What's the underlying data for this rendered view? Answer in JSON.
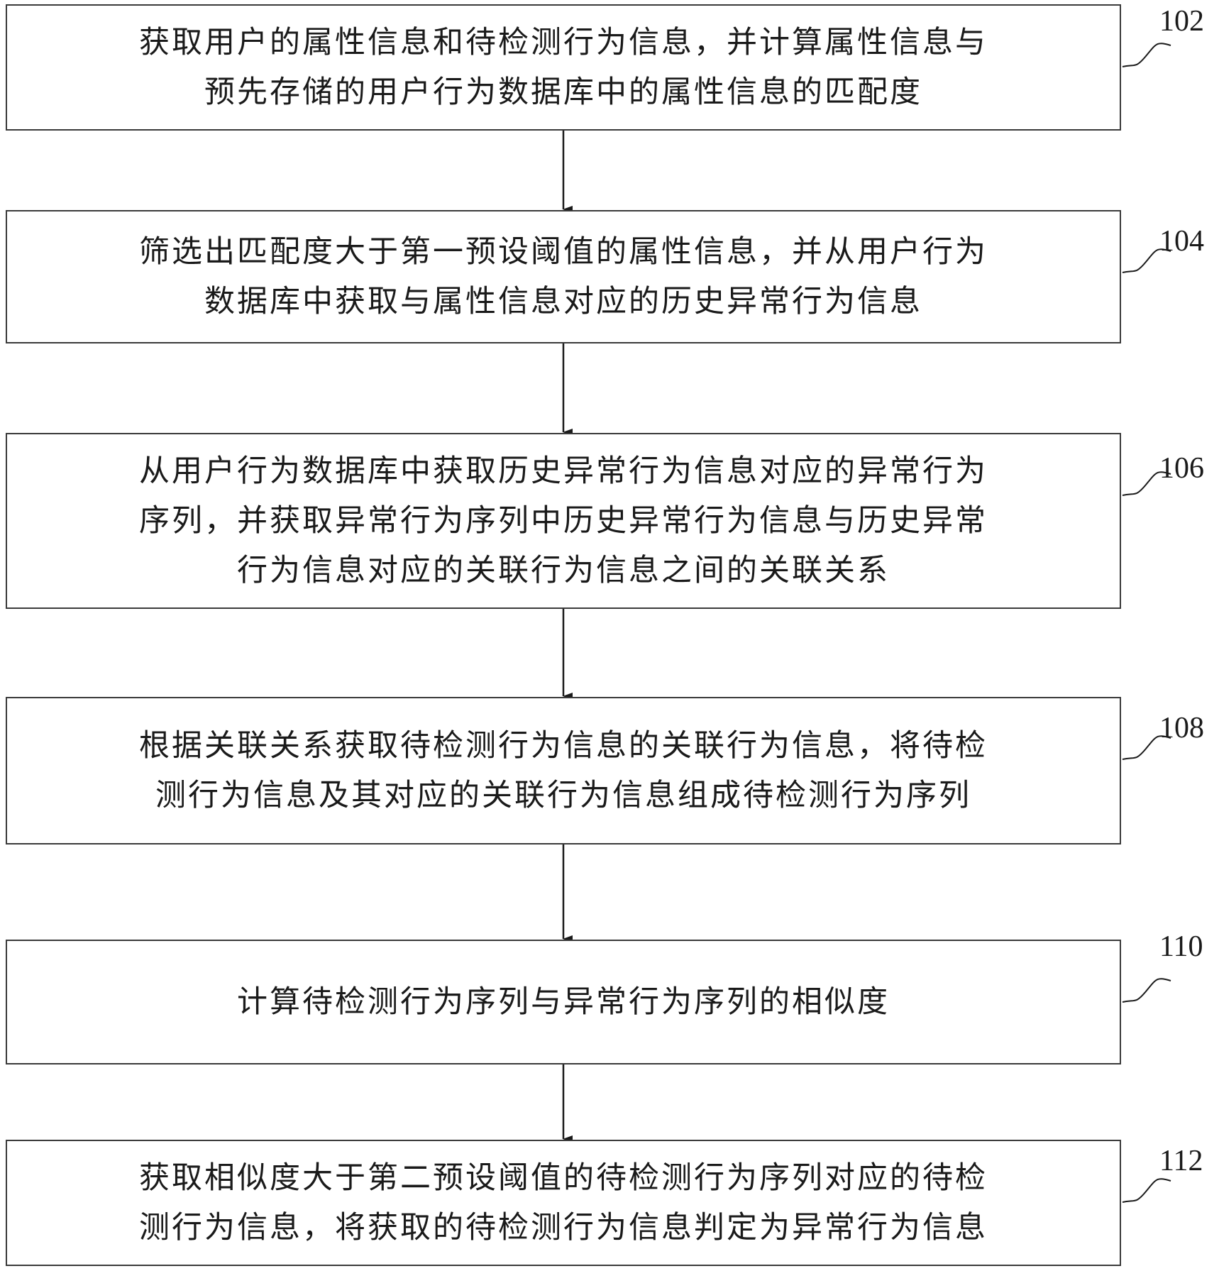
{
  "steps": [
    {
      "label": "102",
      "lines": [
        "获取用户的属性信息和待检测行为信息，并计算属性信息与",
        "预先存储的用户行为数据库中的属性信息的匹配度"
      ]
    },
    {
      "label": "104",
      "lines": [
        "筛选出匹配度大于第一预设阈值的属性信息，并从用户行为",
        "数据库中获取与属性信息对应的历史异常行为信息"
      ]
    },
    {
      "label": "106",
      "lines": [
        "从用户行为数据库中获取历史异常行为信息对应的异常行为",
        "序列，并获取异常行为序列中历史异常行为信息与历史异常",
        "行为信息对应的关联行为信息之间的关联关系"
      ]
    },
    {
      "label": "108",
      "lines": [
        "根据关联关系获取待检测行为信息的关联行为信息，将待检",
        "测行为信息及其对应的关联行为信息组成待检测行为序列"
      ]
    },
    {
      "label": "110",
      "lines": [
        "计算待检测行为序列与异常行为序列的相似度"
      ]
    },
    {
      "label": "112",
      "lines": [
        "获取相似度大于第二预设阈值的待检测行为序列对应的待检",
        "测行为信息，将获取的待检测行为信息判定为异常行为信息"
      ]
    }
  ]
}
